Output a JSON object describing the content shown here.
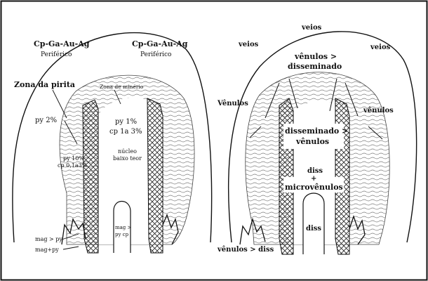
{
  "left": {
    "title_left_1": "Cp-Ga-Au-Ag",
    "title_left_2": "Periférico",
    "title_right_1": "Cp-Ga-Au-Ag",
    "title_right_2": "Periférico",
    "pyrite_zone": "Zona da pirita",
    "ore_zone": "Zona de minério",
    "py2": "py 2%",
    "py1": "py 1%",
    "cp13": "cp 1a 3%",
    "py10": "py 10%",
    "cp01": "cp 0,1a3%",
    "nucleo": "núcleo",
    "baixo_teor": "baixo teor",
    "mag_py_small": "mag >",
    "py_cp_small": "py cp",
    "mag_gt_py": "mag > py",
    "mag_plus_py": "mag+py"
  },
  "right": {
    "veios_top": "veios",
    "veios_left": "veios",
    "veios_right": "veios",
    "venulos_gt": "vênulos >",
    "disseminado": "disseminado",
    "venulos_left": "Vênulos",
    "venulos_right": "vênulos",
    "dissem_gt": "disseminado >",
    "venulos_box": "vênulos",
    "diss": "diss",
    "plus": "+",
    "microvenulos": "microvênulos",
    "diss_core": "diss",
    "venulos_diss": "vênulos > diss"
  }
}
